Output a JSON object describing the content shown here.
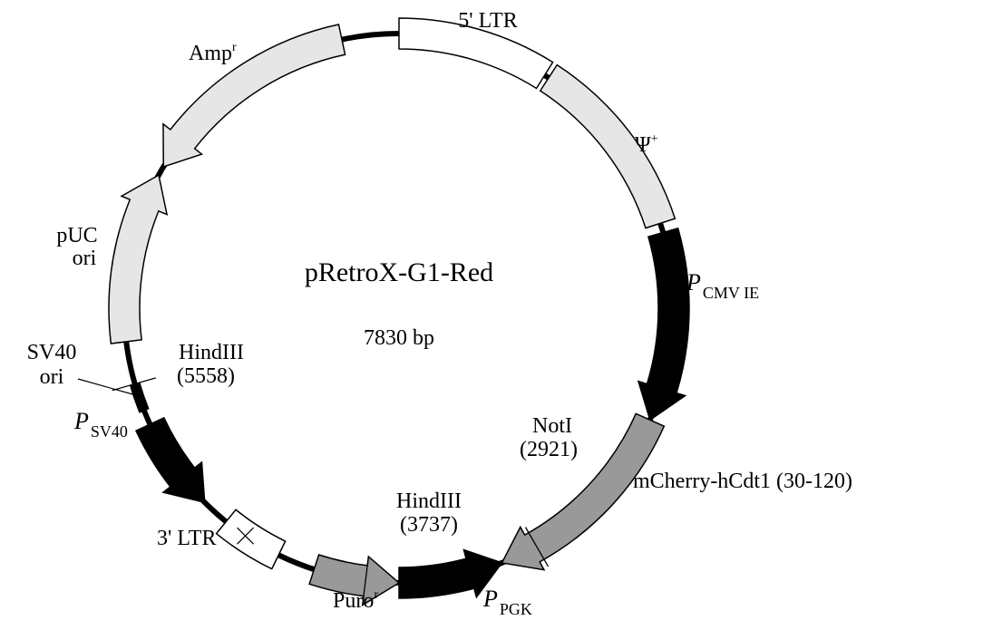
{
  "plasmid": {
    "name": "pRetroX-G1-Red",
    "size": "7830 bp"
  },
  "colors": {
    "backbone": "#000000",
    "light_feature": "#e6e6e6",
    "medium_feature": "#999999",
    "white_feature": "#ffffff",
    "dark_feature": "#000000"
  },
  "features": [
    {
      "id": "ltr5",
      "label": "5' LTR",
      "color": "white",
      "direction": "none"
    },
    {
      "id": "psi",
      "label": "Ψ",
      "sup": "+",
      "color": "light",
      "direction": "none"
    },
    {
      "id": "pcmv",
      "prefix": "P",
      "sub": "CMV IE",
      "color": "dark",
      "direction": "clockwise"
    },
    {
      "id": "mcherry",
      "label": "mCherry-hCdt1 (30-120)",
      "color": "medium",
      "direction": "clockwise"
    },
    {
      "id": "ppgk",
      "prefix": "P",
      "sub": "PGK",
      "color": "dark",
      "direction": "counterclockwise"
    },
    {
      "id": "puro",
      "label": "Puro",
      "sup": "r",
      "color": "medium",
      "direction": "counterclockwise"
    },
    {
      "id": "ltr3",
      "label": "3' LTR",
      "color": "white",
      "direction": "none"
    },
    {
      "id": "psv40",
      "prefix": "P",
      "sub": "SV40",
      "color": "dark",
      "direction": "counterclockwise"
    },
    {
      "id": "sv40ori",
      "label_line1": "SV40",
      "label_line2": "ori",
      "color": "dark",
      "direction": "none"
    },
    {
      "id": "puc",
      "label_line1": "pUC",
      "label_line2": "ori",
      "color": "light",
      "direction": "clockwise"
    },
    {
      "id": "amp",
      "label": "Amp",
      "sup": "r",
      "color": "light",
      "direction": "counterclockwise"
    }
  ],
  "sites": [
    {
      "id": "noti",
      "name": "NotI",
      "position": "(2921)"
    },
    {
      "id": "hind3737",
      "name": "HindIII",
      "position": "(3737)"
    },
    {
      "id": "hind5558",
      "name": "HindIII",
      "position": "(5558)"
    }
  ]
}
